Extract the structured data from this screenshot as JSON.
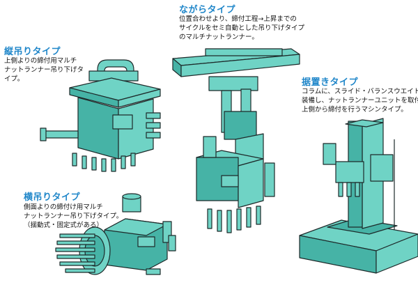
{
  "colors": {
    "machine_fill": "#6fd3c5",
    "machine_shade": "#46b3a6",
    "outline": "#1d2a2a",
    "title_text": "#1f86c9"
  },
  "sections": {
    "tate": {
      "title": "縦吊りタイプ",
      "lines": [
        "上側よりの締付用マルチ",
        "ナットランナー吊り下げタ",
        "イプ。"
      ]
    },
    "nagara": {
      "title": "ながらタイプ",
      "lines": [
        "位置合わせより、締付工程→上昇までの",
        "サイクルをセミ自動とした吊り下げタイプ",
        "のマルチナットランナー。"
      ]
    },
    "suechi": {
      "title": "据置きタイプ",
      "lines": [
        "コラムに、スライド・バランスウエイトを",
        "装備し、ナットランナーユニットを取付け、",
        "上側から締付を行うマシンタイプ。"
      ]
    },
    "yoko": {
      "title": "横吊りタイプ",
      "lines": [
        "側面よりの締付け用マルチ",
        "ナットランナー吊り下げタイプ。",
        "（揺動式・固定式がある）"
      ]
    }
  }
}
